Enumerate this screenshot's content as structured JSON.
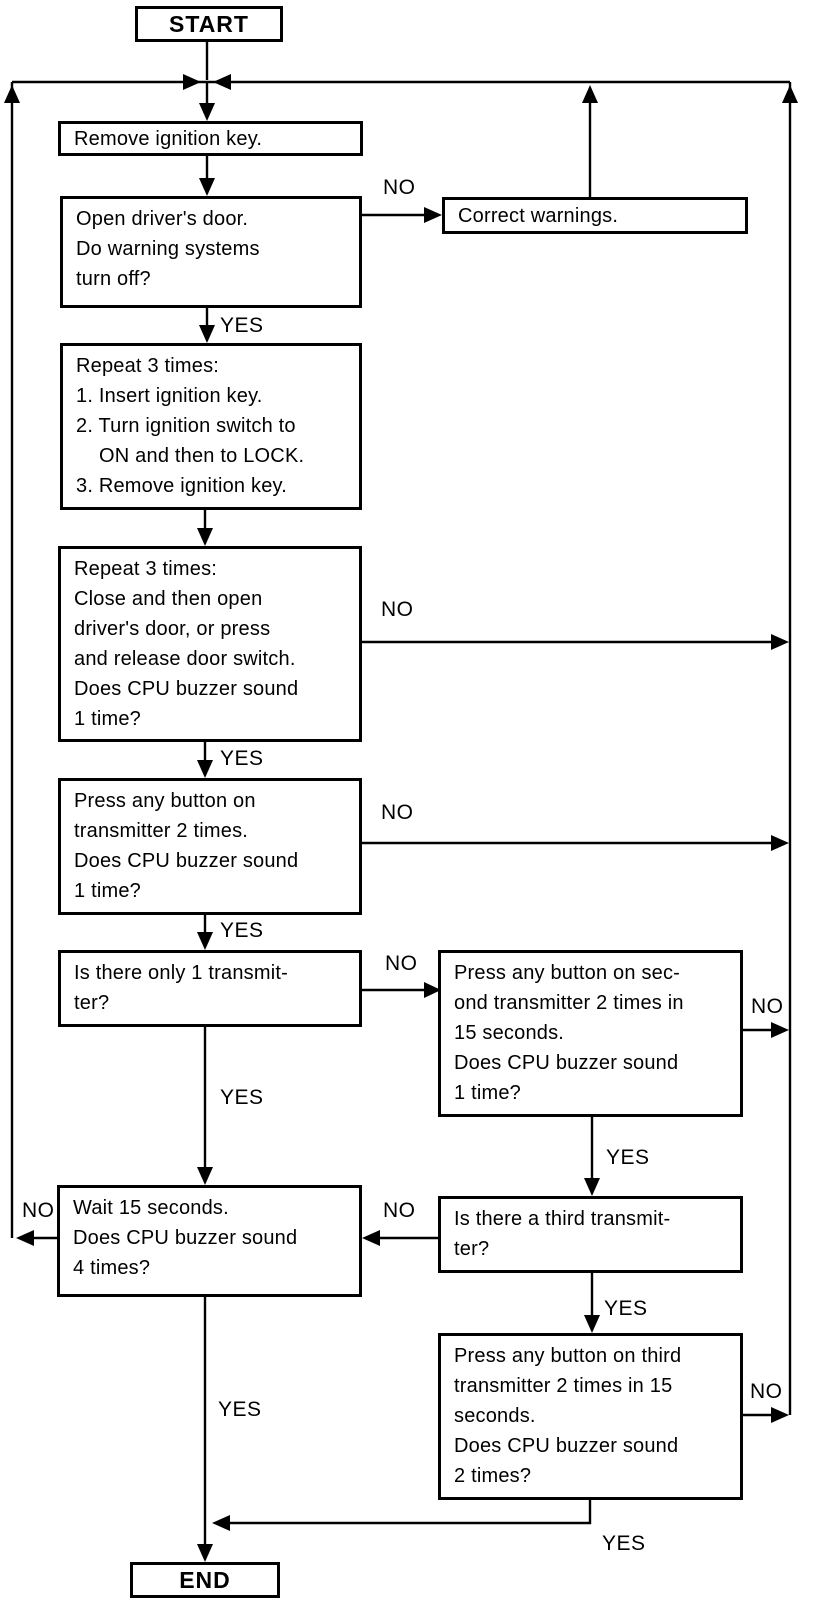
{
  "diagram_type": "flowchart",
  "colors": {
    "ink": "#000000",
    "paper": "#ffffff"
  },
  "nodes": {
    "start": "START",
    "remove_key": "Remove ignition key.",
    "open_door": "Open driver's door.\nDo warning systems\nturn off?",
    "correct_warnings": "Correct warnings.",
    "repeat_ignition": "Repeat 3 times:\n1. Insert ignition key.\n2. Turn ignition switch to\n    ON and then to LOCK.\n3. Remove ignition key.",
    "repeat_door": "Repeat 3 times:\nClose and then open\ndriver's door, or press\nand release door switch.\nDoes CPU buzzer sound\n1 time?",
    "press_transmitter": "Press any button on\ntransmitter 2 times.\nDoes CPU buzzer sound\n1 time?",
    "only_one_transmitter": "Is there only 1 transmit-\nter?",
    "press_second_transmitter": "Press any button on sec-\nond transmitter 2 times in\n15 seconds.\nDoes CPU buzzer sound\n1 time?",
    "third_transmitter": "Is there a third transmit-\nter?",
    "press_third_transmitter": "Press any button on third\ntransmitter 2 times in 15\nseconds.\nDoes CPU buzzer sound\n2 times?",
    "wait_15_seconds": "Wait 15 seconds.\nDoes CPU buzzer sound\n4 times?",
    "end": "END"
  },
  "edges": [
    {
      "from": "start",
      "to": "remove_key",
      "label": ""
    },
    {
      "from": "remove_key",
      "to": "open_door",
      "label": ""
    },
    {
      "from": "open_door",
      "to": "correct_warnings",
      "label": "NO"
    },
    {
      "from": "correct_warnings",
      "to": "restart_loop_top",
      "label": ""
    },
    {
      "from": "open_door",
      "to": "repeat_ignition",
      "label": "YES"
    },
    {
      "from": "repeat_ignition",
      "to": "repeat_door",
      "label": ""
    },
    {
      "from": "repeat_door",
      "to": "restart_loop_top",
      "label": "NO"
    },
    {
      "from": "repeat_door",
      "to": "press_transmitter",
      "label": "YES"
    },
    {
      "from": "press_transmitter",
      "to": "restart_loop_top",
      "label": "NO"
    },
    {
      "from": "press_transmitter",
      "to": "only_one_transmitter",
      "label": "YES"
    },
    {
      "from": "only_one_transmitter",
      "to": "press_second_transmitter",
      "label": "NO"
    },
    {
      "from": "only_one_transmitter",
      "to": "wait_15_seconds",
      "label": "YES"
    },
    {
      "from": "press_second_transmitter",
      "to": "restart_loop_top",
      "label": "NO"
    },
    {
      "from": "press_second_transmitter",
      "to": "third_transmitter",
      "label": "YES"
    },
    {
      "from": "third_transmitter",
      "to": "wait_15_seconds",
      "label": "NO"
    },
    {
      "from": "third_transmitter",
      "to": "press_third_transmitter",
      "label": "YES"
    },
    {
      "from": "press_third_transmitter",
      "to": "restart_loop_top",
      "label": "NO"
    },
    {
      "from": "press_third_transmitter",
      "to": "end",
      "label": "YES"
    },
    {
      "from": "wait_15_seconds",
      "to": "restart_loop_top",
      "label": "NO"
    },
    {
      "from": "wait_15_seconds",
      "to": "end",
      "label": "YES"
    }
  ]
}
